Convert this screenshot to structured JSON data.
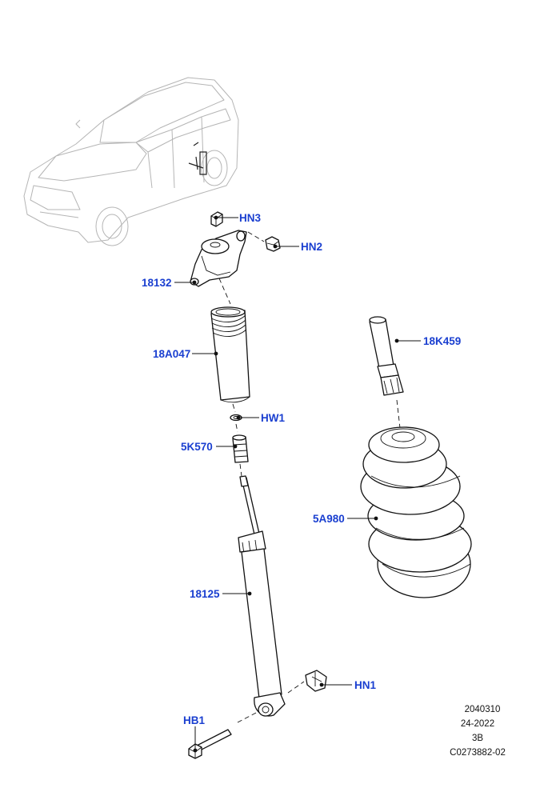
{
  "callouts": {
    "hn3": "HN3",
    "hn2": "HN2",
    "p18132": "18132",
    "p18a047": "18A047",
    "hw1": "HW1",
    "p5k570": "5K570",
    "p18k459": "18K459",
    "p5a980": "5A980",
    "p18125": "18125",
    "hn1": "HN1",
    "hb1": "HB1"
  },
  "reference": {
    "line1": "2040310",
    "line2": "24-2022",
    "line3": "3B",
    "line4": "C0273882-02"
  },
  "colors": {
    "callout": "#1a3fd0",
    "linework": "#111111",
    "vehicle_ghost": "#b5b5b5"
  }
}
